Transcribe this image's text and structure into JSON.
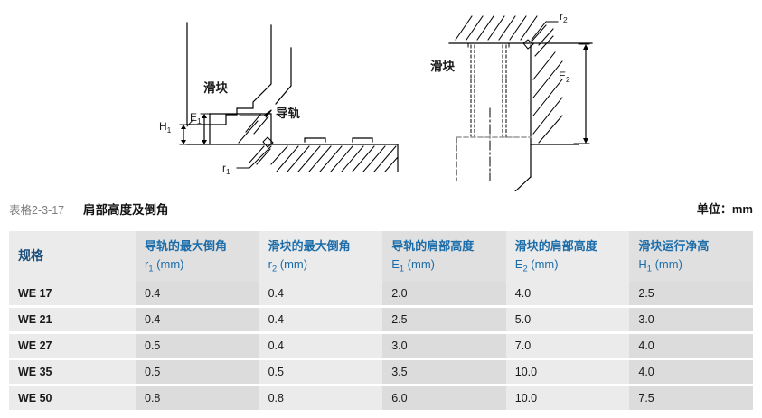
{
  "caption": {
    "number": "表格2-3-17",
    "title": "肩部高度及倒角",
    "unit": "单位：mm"
  },
  "diagrams": {
    "left": {
      "label_slider": "滑块",
      "label_rail": "导轨",
      "dim_h1": "H",
      "dim_h1_sub": "1",
      "dim_e1": "E",
      "dim_e1_sub": "1",
      "dim_r1": "r",
      "dim_r1_sub": "1"
    },
    "right": {
      "label_slider": "滑块",
      "dim_e2": "E",
      "dim_e2_sub": "2",
      "dim_r2": "r",
      "dim_r2_sub": "2"
    }
  },
  "table": {
    "headers": [
      {
        "line1": "规格",
        "line2": "",
        "sub": "",
        "shade": false
      },
      {
        "line1": "导轨的最大倒角",
        "line2": "r",
        "sub": "1",
        "unit": " (mm)",
        "shade": true
      },
      {
        "line1": "滑块的最大倒角",
        "line2": "r",
        "sub": "2",
        "unit": " (mm)",
        "shade": false
      },
      {
        "line1": "导轨的肩部高度",
        "line2": "E",
        "sub": "1",
        "unit": " (mm)",
        "shade": true
      },
      {
        "line1": "滑块的肩部高度",
        "line2": "E",
        "sub": "2",
        "unit": " (mm)",
        "shade": false
      },
      {
        "line1": "滑块运行净高",
        "line2": "H",
        "sub": "1",
        "unit": " (mm)",
        "shade": true
      }
    ],
    "rows": [
      {
        "spec": "WE 17",
        "r1": "0.4",
        "r2": "0.4",
        "e1": "2.0",
        "e2": "4.0",
        "h1": "2.5"
      },
      {
        "spec": "WE 21",
        "r1": "0.4",
        "r2": "0.4",
        "e1": "2.5",
        "e2": "5.0",
        "h1": "3.0"
      },
      {
        "spec": "WE 27",
        "r1": "0.5",
        "r2": "0.4",
        "e1": "3.0",
        "e2": "7.0",
        "h1": "4.0"
      },
      {
        "spec": "WE 35",
        "r1": "0.5",
        "r2": "0.5",
        "e1": "3.5",
        "e2": "10.0",
        "h1": "4.0"
      },
      {
        "spec": "WE 50",
        "r1": "0.8",
        "r2": "0.8",
        "e1": "6.0",
        "e2": "10.0",
        "h1": "7.5"
      }
    ]
  },
  "colors": {
    "header_text": "#1b6ca8",
    "row_bg": "#ebebeb",
    "row_bg_shaded": "#dcdcdc",
    "header_bg": "#ebebeb",
    "header_bg_shaded": "#e0e0e0",
    "line": "#000000"
  }
}
